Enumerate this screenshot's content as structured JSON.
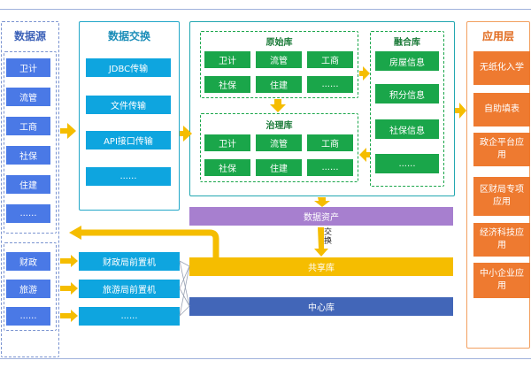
{
  "sources": {
    "title": "数据源",
    "top_items": [
      "卫计",
      "流管",
      "工商",
      "社保",
      "住建",
      "......"
    ],
    "bottom_items": [
      "财政",
      "旅游",
      "......"
    ]
  },
  "exchange": {
    "title": "数据交换",
    "items": [
      "JDBC传输",
      "文件传输",
      "API接口传输",
      "......"
    ]
  },
  "front_machines": [
    "财政局前置机",
    "旅游局前置机",
    "......"
  ],
  "raw_db": {
    "title": "原始库",
    "items": [
      "卫计",
      "流管",
      "工商",
      "社保",
      "住建",
      "......"
    ]
  },
  "governance_db": {
    "title": "治理库",
    "items": [
      "卫计",
      "流管",
      "工商",
      "社保",
      "住建",
      "......"
    ]
  },
  "fusion_db": {
    "title": "融合库",
    "items": [
      "房屋信息",
      "积分信息",
      "社保信息",
      "......"
    ]
  },
  "data_assets": "数据资产",
  "exchange_label": "交换",
  "shared_db": "共享库",
  "center_db": "中心库",
  "apps": {
    "title": "应用层",
    "items": [
      "无纸化入学",
      "自助填表",
      "政企平台应用",
      "区财局专项应用",
      "经济科技应用",
      "中小企业应用"
    ]
  },
  "colors": {
    "blue": "#4a79e6",
    "cyan": "#0ea5df",
    "green": "#1aa64a",
    "orange": "#ee7a30",
    "purple": "#a77fcf",
    "yellow": "#f5bd00",
    "navy": "#4266b8"
  }
}
